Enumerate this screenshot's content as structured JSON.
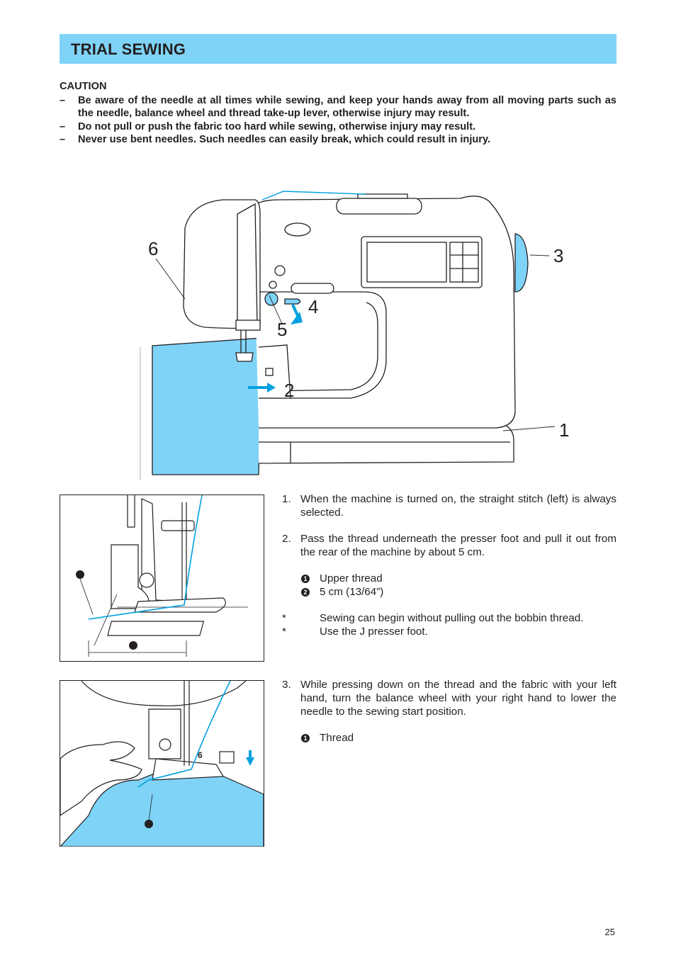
{
  "header": {
    "title": "TRIAL SEWING"
  },
  "caution": {
    "title": "CAUTION",
    "items": [
      {
        "dash": "–",
        "text": "Be aware of the needle at all times while sewing, and keep your hands away from all moving parts such as the needle, balance wheel and thread take-up lever, otherwise injury may result."
      },
      {
        "dash": "–",
        "text": "Do not pull or push the fabric too hard while sewing, otherwise injury may result."
      },
      {
        "dash": "–",
        "text": "Never use bent needles. Such needles can easily break, which could result in injury."
      }
    ]
  },
  "main_figure": {
    "callouts": [
      "1",
      "2",
      "3",
      "4",
      "5",
      "6"
    ]
  },
  "figure1": {
    "markers": [
      "1",
      "2"
    ]
  },
  "figure2": {
    "markers": [
      "1"
    ],
    "dial_label": "6"
  },
  "steps": [
    {
      "num": "1.",
      "text": "When the machine is turned on, the straight stitch (left) is always selected."
    },
    {
      "num": "2.",
      "text": "Pass the thread underneath the presser foot and pull it out from the rear of the machine by about 5 cm."
    },
    {
      "num": "3.",
      "text": "While pressing down on the thread and the fabric with your left hand, turn the balance wheel with your right hand to lower the needle to the sewing start position."
    }
  ],
  "legend_step2": [
    {
      "badge": "1",
      "label": "Upper thread"
    },
    {
      "badge": "2",
      "label": "5 cm (13/64”)"
    }
  ],
  "notes_step2": [
    {
      "star": "*",
      "text": "Sewing can begin without pulling out the bobbin thread."
    },
    {
      "star": "*",
      "text": "Use the J presser foot."
    }
  ],
  "legend_step3": [
    {
      "badge": "1",
      "label": "Thread"
    }
  ],
  "page_number": "25",
  "colors": {
    "accent": "#7fd3f7",
    "thread": "#00a0e0",
    "ink": "#231f20"
  }
}
